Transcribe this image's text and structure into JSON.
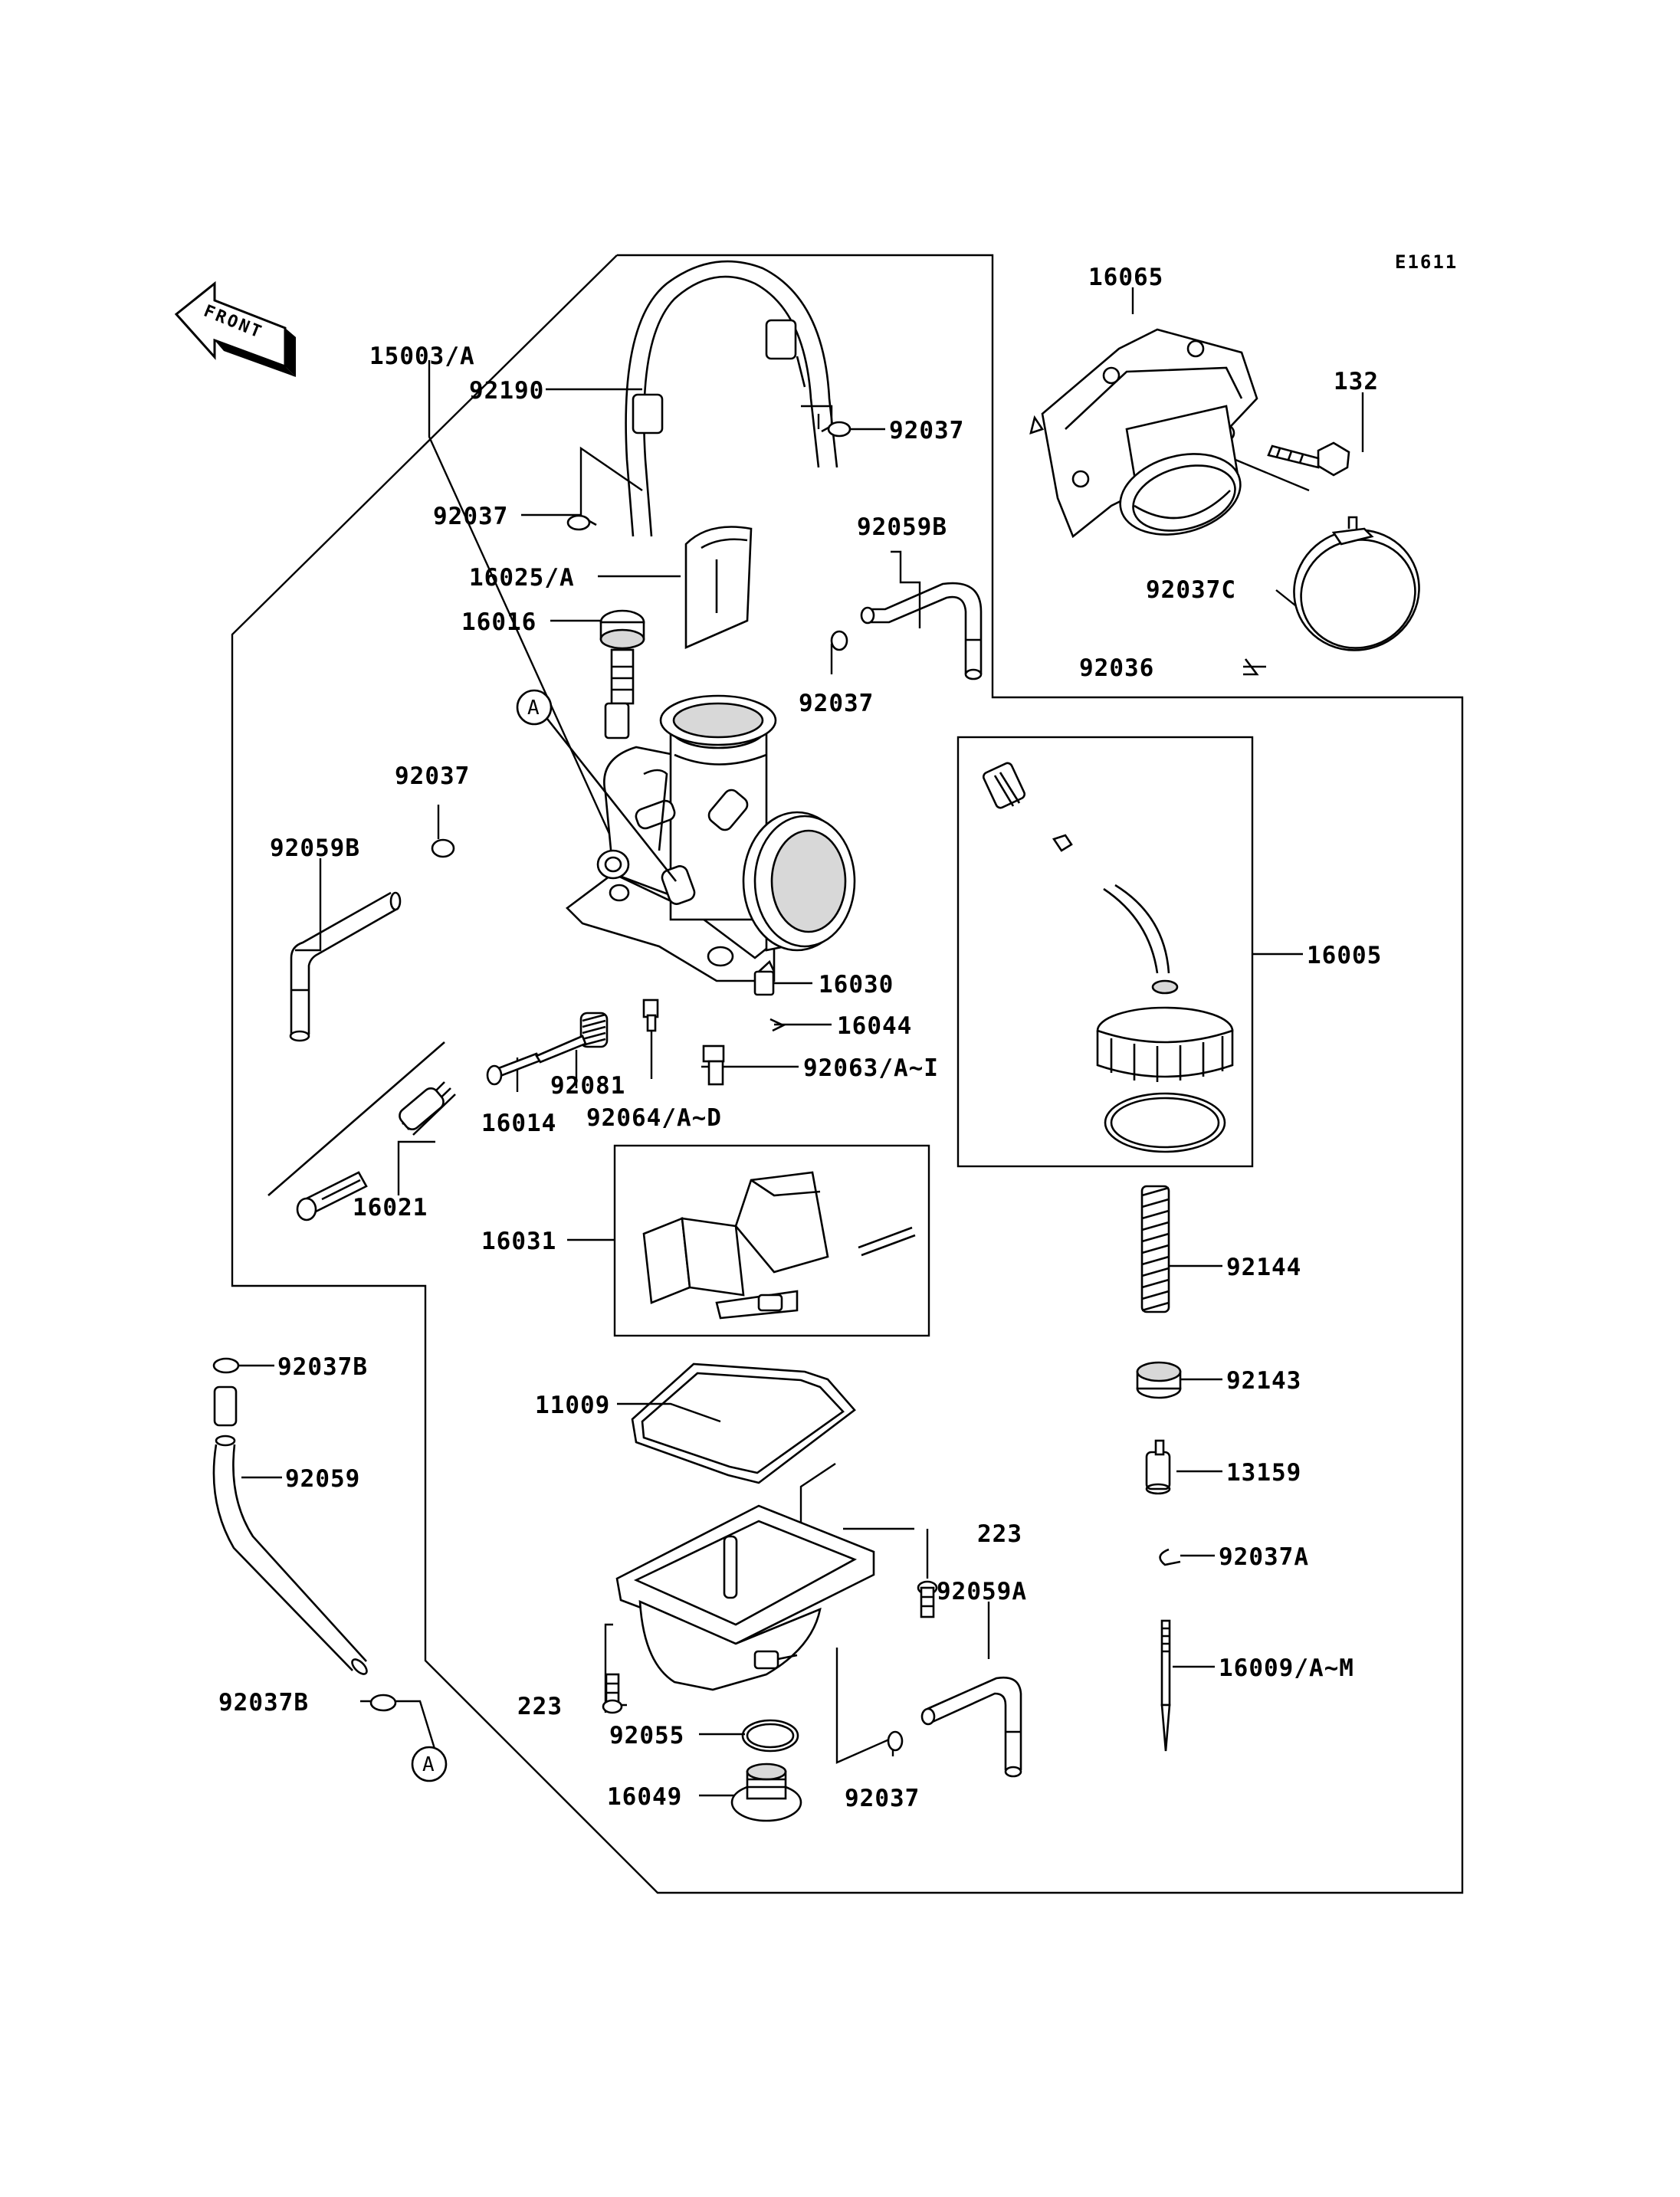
{
  "diagram": {
    "code": "E1611",
    "front_label": "FRONT",
    "callout": "A",
    "labels": {
      "p15003A": "15003/A",
      "p92190": "92190",
      "p92037_tr": "92037",
      "p92037_tl": "92037",
      "p16025A": "16025/A",
      "p16016": "16016",
      "p92059B_top": "92059B",
      "p92037_mid": "92037",
      "p92037_left": "92037",
      "p92059B_left": "92059B",
      "p16030": "16030",
      "p16044": "16044",
      "p92063": "92063/A~I",
      "p92081": "92081",
      "p16014": "16014",
      "p92064": "92064/A~D",
      "p16021": "16021",
      "p16031": "16031",
      "p16065": "16065",
      "p132": "132",
      "p92037C": "92037C",
      "p92036": "92036",
      "p16005": "16005",
      "p92144": "92144",
      "p92143": "92143",
      "p13159": "13159",
      "p92037A": "92037A",
      "p16009": "16009/A~M",
      "p92037B_top": "92037B",
      "p92059": "92059",
      "p92037B_bot": "92037B",
      "p11009": "11009",
      "p223_right": "223",
      "p223_left": "223",
      "p92059A": "92059A",
      "p92055": "92055",
      "p16049": "16049",
      "p92037_bot": "92037"
    }
  }
}
